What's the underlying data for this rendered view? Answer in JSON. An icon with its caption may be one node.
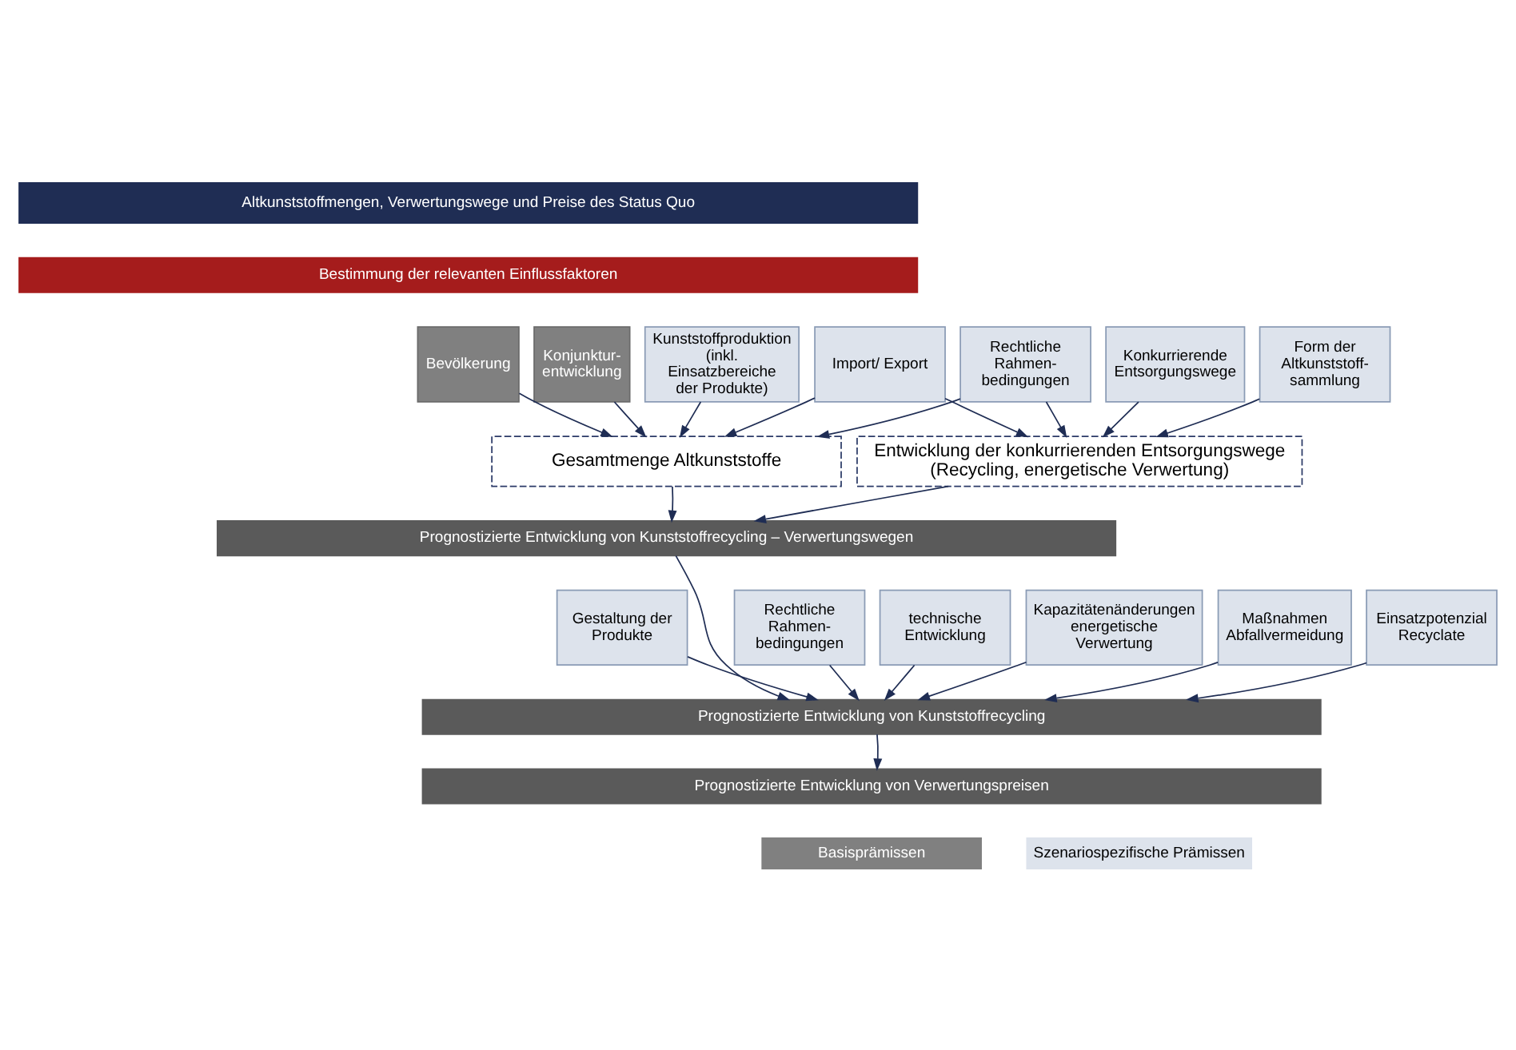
{
  "diagram": {
    "nodes": [
      {
        "text": [
          "Altkunststoffmengen, Verwertungswege und Preise des Status Quo"
        ]
      },
      {
        "text": [
          "Bestimmung der relevanten Einflussfaktoren"
        ]
      },
      {
        "text": [
          "Bevölkerung"
        ]
      },
      {
        "text": [
          "Konjunktur- entwicklung"
        ]
      },
      {
        "text": [
          "Kunststoffproduktion (inkl. Einsatzbereiche der Produkte)"
        ]
      },
      {
        "text": [
          "Import/ Export"
        ]
      },
      {
        "text": [
          "Rechtliche Rahmen- bedingungen"
        ]
      },
      {
        "text": [
          "Konkurrierende Entsorgungswege"
        ]
      },
      {
        "text": [
          "Form der Altkunststoff- sammlung"
        ]
      },
      {
        "text": [
          "Gesamtmenge Altkunststoffe"
        ]
      },
      {
        "text": [
          "Entwicklung der konkurrierenden Entsorgungswege (Recycling, energetische Verwertung)"
        ]
      },
      {
        "text": [
          "Prognostizierte Entwicklung von Kunststoffrecycling – Verwertungswegen"
        ]
      },
      {
        "text": [
          "Gestaltung der Produkte"
        ]
      },
      {
        "text": [
          "Rechtliche Rahmen- bedingungen"
        ]
      },
      {
        "text": [
          "technische Entwicklung"
        ]
      },
      {
        "text": [
          "Kapazitätenänderungen energetische Verwertung"
        ]
      },
      {
        "text": [
          "Maßnahmen Abfallvermeidung"
        ]
      },
      {
        "text": [
          "Einsatzpotenzial Recyclate"
        ]
      },
      {
        "text": [
          "Prognostizierte Entwicklung von Kunststoffrecycling"
        ]
      },
      {
        "text": [
          "Prognostizierte Entwicklung von Verwertungspreisen"
        ]
      }
    ],
    "edges": [
      {
        "from": 2,
        "to": 9,
        "arrow": "to"
      },
      {
        "from": 3,
        "to": 9,
        "arrow": "to"
      },
      {
        "from": 4,
        "to": 9,
        "arrow": "to"
      },
      {
        "from": 5,
        "to": 9,
        "arrow": "to"
      },
      {
        "from": 6,
        "to": 9,
        "arrow": "to"
      },
      {
        "from": 5,
        "to": 10,
        "arrow": "to"
      },
      {
        "from": 6,
        "to": 10,
        "arrow": "to"
      },
      {
        "from": 7,
        "to": 10,
        "arrow": "to"
      },
      {
        "from": 8,
        "to": 10,
        "arrow": "to"
      },
      {
        "from": 9,
        "to": 11,
        "arrow": "to"
      },
      {
        "from": 10,
        "to": 11,
        "arrow": "to"
      },
      {
        "from": 11,
        "to": 18,
        "arrow": "to"
      },
      {
        "from": 12,
        "to": 18,
        "arrow": "to"
      },
      {
        "from": 13,
        "to": 18,
        "arrow": "to"
      },
      {
        "from": 14,
        "to": 18,
        "arrow": "to"
      },
      {
        "from": 15,
        "to": 18,
        "arrow": "to"
      },
      {
        "from": 16,
        "to": 18,
        "arrow": "to"
      },
      {
        "from": 17,
        "to": 18,
        "arrow": "to"
      },
      {
        "from": 18,
        "to": 19,
        "arrow": "to"
      }
    ],
    "legend": [
      {
        "text": "Basisprämissen",
        "color": "#808080"
      },
      {
        "text": "Szenariospezifische Prämissen",
        "color": "#dde3ec"
      }
    ]
  }
}
